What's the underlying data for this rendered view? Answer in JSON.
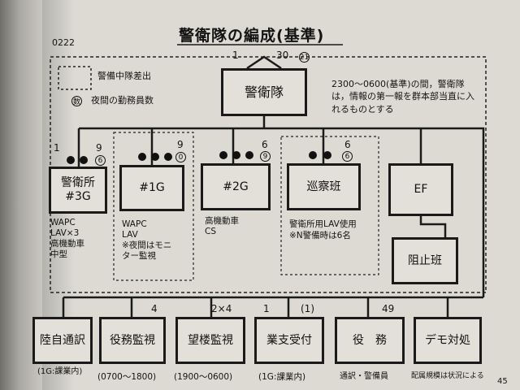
{
  "page_code": "0222",
  "title": "警衛隊の編成(基準)",
  "legend": {
    "dashed_label": "警備中隊差出",
    "circle_sample": "数",
    "circle_label": "夜間の勤務員数"
  },
  "top": {
    "label": "警衛隊",
    "count_left": "1",
    "count_right": "30",
    "night": "21",
    "note": "2300～0600(基準)の間，警衛隊は，情報の第一報を群本部当直に入れるものとする"
  },
  "units": [
    {
      "label": "警衛所\n#3G",
      "count_left": "1",
      "count_right": "9",
      "night": "6",
      "notes": "WAPC\nLAV×3\n高機動車\n中型"
    },
    {
      "label": "#1G",
      "count_right": "9",
      "night": "0",
      "notes": "WAPC\nLAV\n※夜間はモニ\nター監視"
    },
    {
      "label": "#2G",
      "count_right": "6",
      "night": "9",
      "notes": "高機動車\nCS"
    },
    {
      "label": "巡察班",
      "count_right": "6",
      "night": "6",
      "notes": "警衛所用LAV使用\n※N警備時は6名"
    },
    {
      "label": "EF"
    },
    {
      "label": "阻止班"
    }
  ],
  "bottom": [
    {
      "label": "陸自通訳",
      "count": "",
      "note": "(1G:課業内)"
    },
    {
      "label": "役務監視",
      "count": "4",
      "note": "(0700～1800)"
    },
    {
      "label": "望楼監視",
      "count": "2×4",
      "note": "(1900～0600)"
    },
    {
      "label": "業支受付",
      "count": "1",
      "count2": "(1)",
      "note": "(1G:課業内)"
    },
    {
      "label": "役　務",
      "count": "49",
      "note": "通訳・警備員"
    },
    {
      "label": "デモ対処",
      "count": "",
      "note": "配属規模は状況による"
    }
  ],
  "page_number": "45"
}
